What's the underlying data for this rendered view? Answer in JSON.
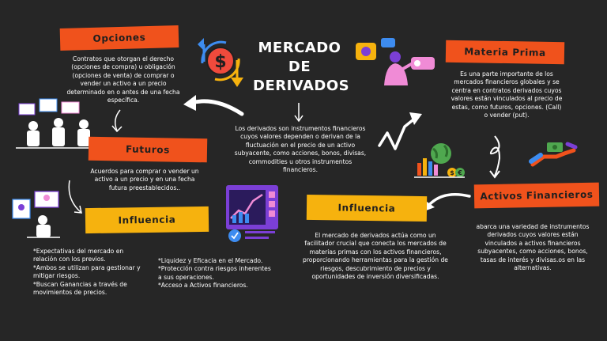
{
  "title": {
    "line1": "MERCADO DE",
    "line2": "DERIVADOS"
  },
  "central_text": "Los derivados son instrumentos financieros\ncuyos valores dependen o derivan de la\nfluctuación en el precio de un activo\nsubyacente, como acciones, bonos, divisas,\ncommodities u otros instrumentos\nfinancieros.",
  "nodes": {
    "opciones": {
      "label": "Opciones",
      "text": "Contratos que otorgan el derecho\n(opciones de compra) u obligación\n(opciones de venta) de comprar o\nvender un activo a un precio\ndeterminado en o antes de una fecha\nespecífica."
    },
    "futuros": {
      "label": "Futuros",
      "text": "Acuerdos para comprar o vender un\nactivo a un precio y en una fecha\nfutura preestablecidos.."
    },
    "influencia_left": {
      "label": "Influencia",
      "text_a": "*Expectativas del mercado en\nrelación con los previos.\n*Ambos se utilizan para gestionar y\nmitigar riesgos.\n*Buscan Ganancias a través de\nmovimientos de precios.",
      "text_b": "*Liquidez y Eficacia en el Mercado.\n*Protección contra riesgos inherentes\na sus operaciones.\n*Acceso a Activos financieros."
    },
    "materia_prima": {
      "label": "Materia Prima",
      "text": "Es una parte importante de los\nmercados financieros globales y se\ncentra en contratos derivados cuyos\nvalores están vinculados al precio de\nestas, como futuros, opciones. (Call)\no vender (put)."
    },
    "activos_financieros": {
      "label": "Activos Financieros",
      "text": "abarca una variedad de instrumentos\nderivados cuyos valores están\nvinculados a activos financieros\nsubyacentes, como acciones, bonos,\ntasas de interés y divisas.os en las\nalternativas."
    },
    "influencia_center": {
      "label": "Influencia",
      "text": "El mercado de derivados actúa como un\nfacilitador crucial que conecta los mercados de\nmaterias primas con los activos financieros,\nproporcionando herramientas para la gestión de\nriesgos, descubrimiento de precios y\noportunidades de inversión diversificadas."
    }
  },
  "icons": {
    "dollar_coin": "dollar-exchange-icon",
    "dollar_symbol": "$",
    "euro_symbol": "€"
  },
  "colors": {
    "background": "#262626",
    "orange": "#f0521c",
    "yellow": "#f6b20e",
    "text": "#ffffff",
    "banner_text": "#1f1f1f",
    "purple": "#7b3fd6",
    "pink": "#f08bd6"
  }
}
